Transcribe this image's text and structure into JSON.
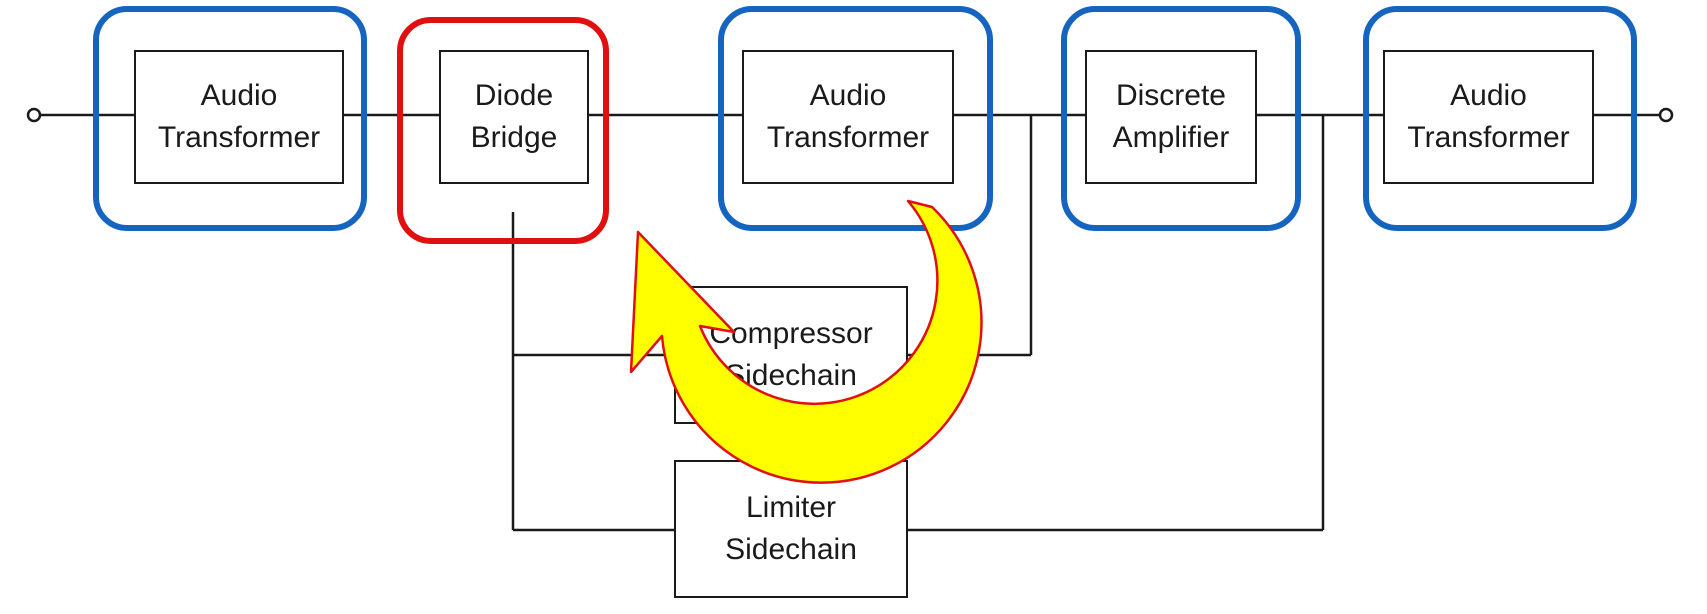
{
  "blocks": {
    "audio_transformer_1": "Audio\nTransformer",
    "diode_bridge": "Diode\nBridge",
    "audio_transformer_2": "Audio\nTransformer",
    "discrete_amplifier": "Discrete\nAmplifier",
    "audio_transformer_3": "Audio\nTransformer",
    "compressor_sidechain": "Compressor\nSidechain",
    "limiter_sidechain": "Limiter\nSidechain"
  },
  "colors": {
    "line": "#1a1a1a",
    "transformer_amp_highlight": "#1565c0",
    "diode_bridge_highlight": "#e01010",
    "loop_arrow_fill": "#ffff00",
    "loop_arrow_outline": "#e01010"
  },
  "icons": {
    "input_terminal": "open-circle",
    "output_terminal": "open-circle",
    "loop_arrow": "curved-arrow-counterclockwise"
  }
}
